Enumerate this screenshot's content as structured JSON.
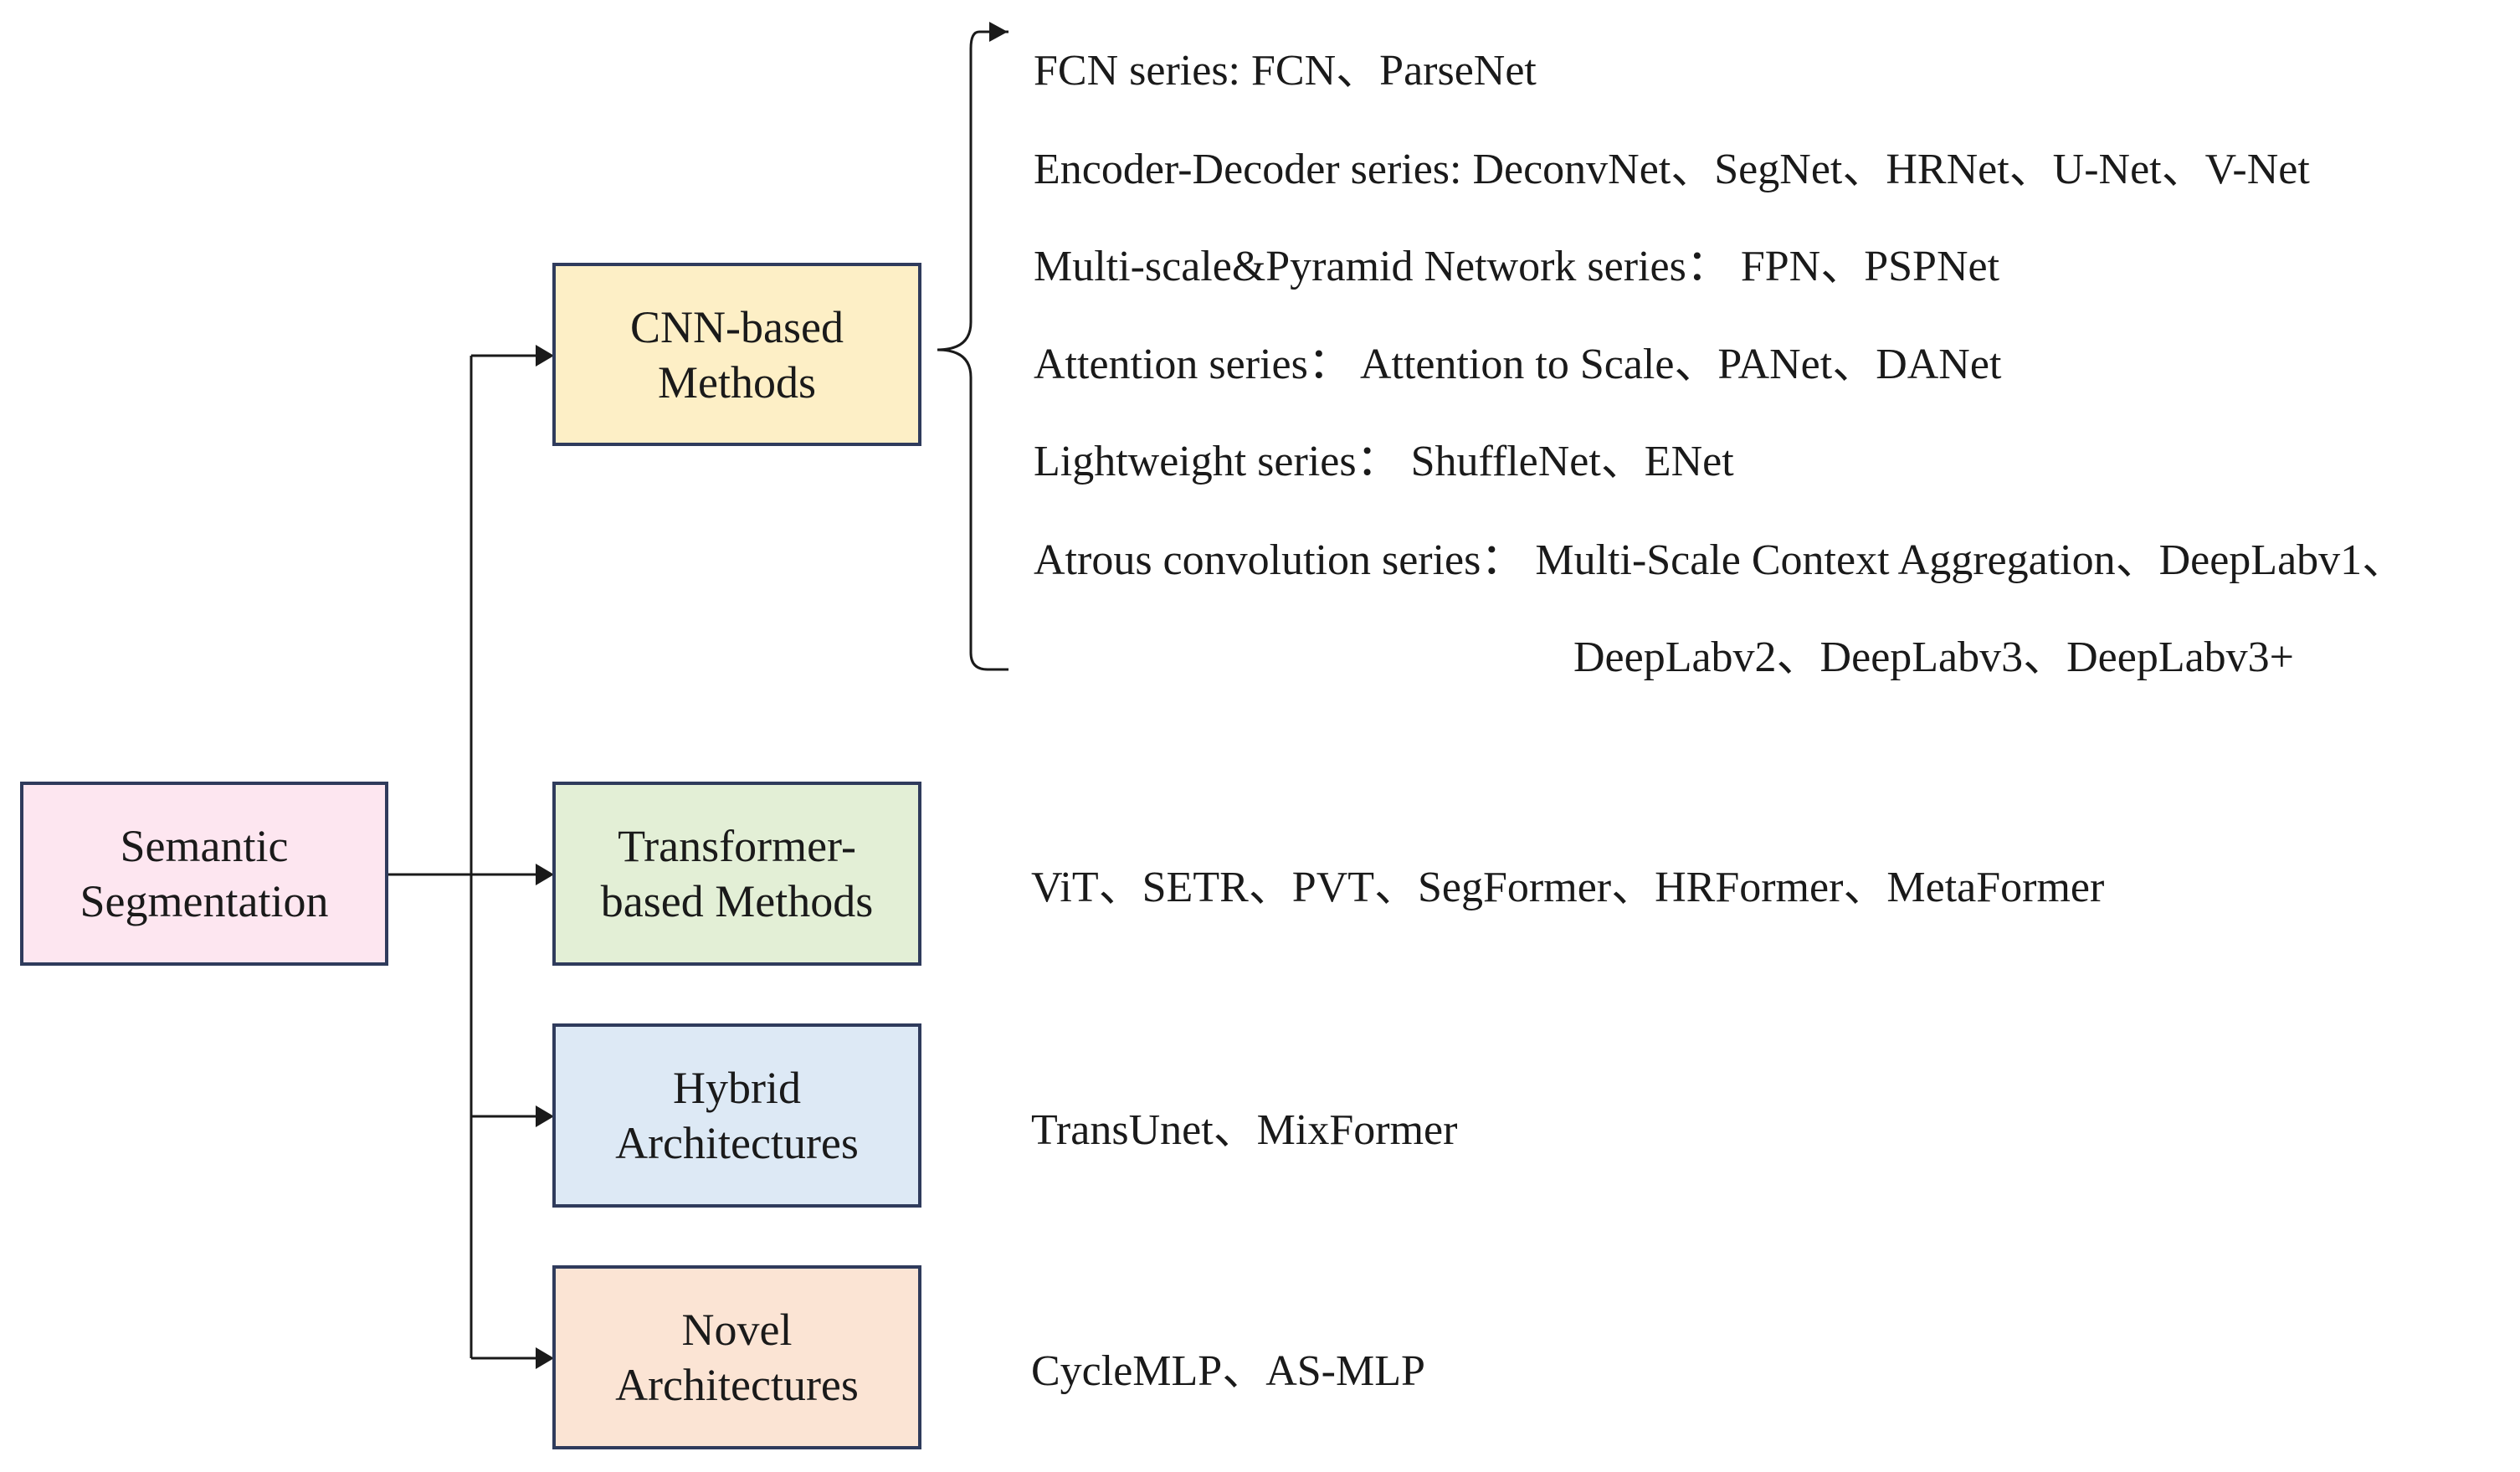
{
  "root": {
    "label": "Semantic Segmentation",
    "color": "#fde6f0"
  },
  "categories": [
    {
      "id": "cnn",
      "label": "CNN-based Methods",
      "color": "#fdefc6"
    },
    {
      "id": "transformer",
      "label": "Transformer-based Methods",
      "color": "#e3efd6"
    },
    {
      "id": "hybrid",
      "label": "Hybrid Architectures",
      "color": "#dde9f5"
    },
    {
      "id": "novel",
      "label": "Novel Architectures",
      "color": "#fbe4d4"
    }
  ],
  "cnn_series": [
    "FCN series: FCN、ParseNet",
    "Encoder-Decoder series: DeconvNet、SegNet、HRNet、U-Net、V-Net",
    "Multi-scale&Pyramid  Network series： FPN、PSPNet",
    "Attention series：  Attention to Scale、PANet、DANet",
    "Lightweight  series： ShuffleNet、ENet",
    "Atrous convolution series：  Multi-Scale  Context Aggregation、DeepLabv1、",
    "DeepLabv2、DeepLabv3、DeepLabv3+"
  ],
  "transformer_models": "ViT、SETR、PVT、SegFormer、HRFormer、MetaFormer",
  "hybrid_models": "TransUnet、MixFormer",
  "novel_models": "CycleMLP、AS-MLP",
  "style": {
    "line_color": "#1a1a1a",
    "border_color": "#2f3b5c"
  }
}
